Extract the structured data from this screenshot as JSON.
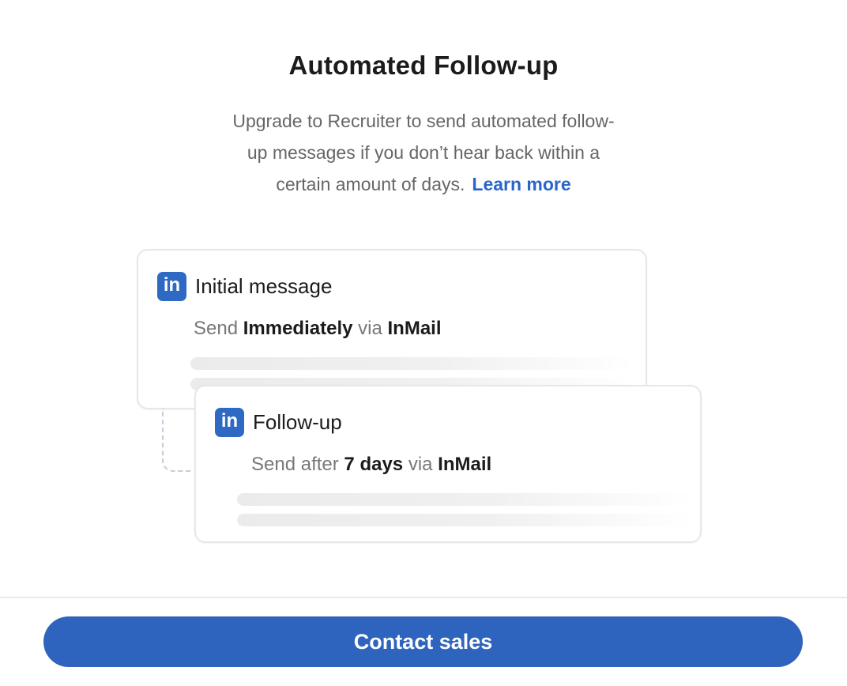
{
  "header": {
    "title": "Automated Follow-up",
    "description_lines": [
      "Upgrade to Recruiter to send automated follow-",
      "up messages if you don’t hear back within a",
      "certain amount of days."
    ],
    "learn_more_label": "Learn more"
  },
  "cards": [
    {
      "title": "Initial message",
      "send_prefix": "Send",
      "send_value": "Immediately",
      "send_mid": "via",
      "send_channel": "InMail"
    },
    {
      "title": "Follow-up",
      "send_prefix": "Send after",
      "send_value": "7 days",
      "send_mid": "via",
      "send_channel": "InMail"
    }
  ],
  "footer": {
    "contact_sales_label": "Contact sales"
  },
  "icons": {
    "linkedin_glyph": "in"
  },
  "colors": {
    "linkedin_icon_blue": "#2e6ac4",
    "link_blue": "#2a65c9",
    "button_blue": "#2e64bd",
    "title_text": "#1b1b1b",
    "body_text": "#666666",
    "card_border": "#e7e7e7",
    "connector_dash": "#c6ccd6",
    "skeleton_gray": "#ebebeb"
  }
}
